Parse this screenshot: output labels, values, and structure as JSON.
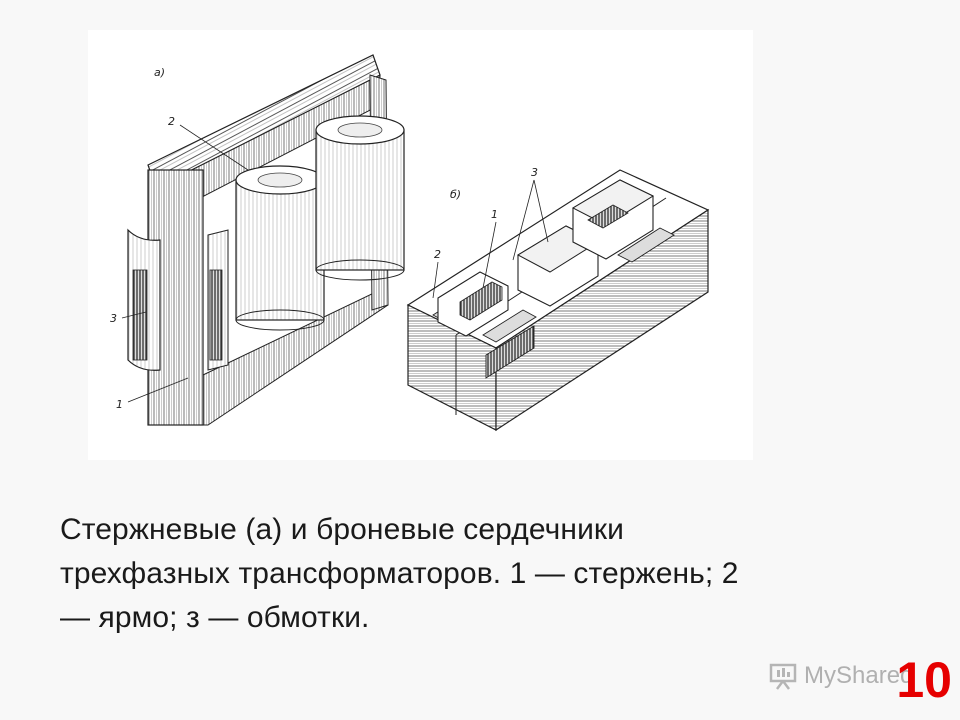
{
  "figure": {
    "label_a": "а)",
    "label_b": "б)",
    "callouts_a": {
      "yoke": "2",
      "winding": "3",
      "rod": "1"
    },
    "callouts_b": {
      "rod": "1",
      "yoke": "2",
      "winding": "3"
    }
  },
  "caption": {
    "line1": "Стержневые (а) и броневые сердечники",
    "line2": "трехфазных трансформаторов. 1 — стержень; 2",
    "line3": "— ярмо; з — обмотки."
  },
  "watermark": {
    "text": "MyShared",
    "icon": "presentation-board-icon"
  },
  "slide_number": "10",
  "colors": {
    "slide_number": "#e60000",
    "watermark": "#b0b0b0",
    "background": "#f8f8f8"
  }
}
